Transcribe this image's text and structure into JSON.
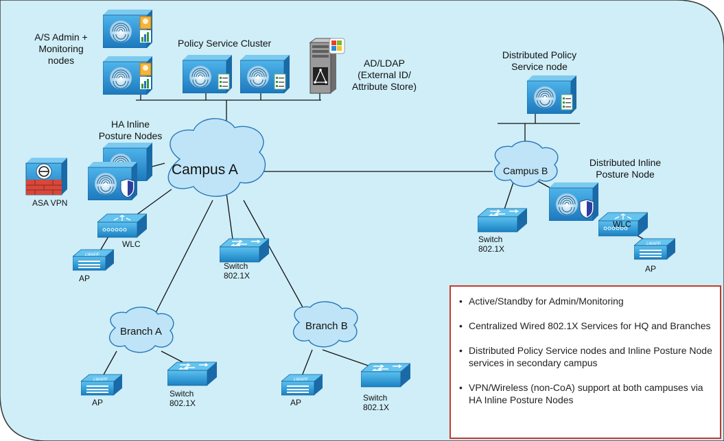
{
  "nodes": {
    "admin_monitoring": "A/S Admin +\nMonitoring\nnodes",
    "policy_cluster": "Policy Service Cluster",
    "ad_ldap": "AD/LDAP\n(External ID/\nAttribute Store)",
    "distributed_policy": "Distributed Policy\nService node",
    "ha_inline": "HA Inline\nPosture Nodes",
    "asa_vpn": "ASA VPN",
    "distributed_inline": "Distributed Inline\nPosture Node",
    "wlc_a": "WLC",
    "wlc_b": "WLC",
    "ap_a": "AP",
    "ap_b": "AP",
    "ap_branch_a": "AP",
    "ap_branch_b": "AP",
    "switch_a": "Switch\n802.1X",
    "switch_b": "Switch\n802.1X",
    "switch_branch_a": "Switch\n802.1X",
    "switch_branch_b": "Switch\n802.1X",
    "lwapp": "LWAPP"
  },
  "clouds": {
    "campus_a": "Campus A",
    "campus_b": "Campus B",
    "branch_a": "Branch A",
    "branch_b": "Branch B"
  },
  "notes": [
    "Active/Standby for Admin/Monitoring",
    "Centralized Wired 802.1X Services for HQ and Branches",
    "Distributed Policy Service nodes and Inline Posture Node services in secondary campus",
    "VPN/Wireless (non-CoA) support at both campuses via HA Inline Posture Nodes"
  ],
  "colors": {
    "canvas": "#cfeef8",
    "cloud": "#bfe4f7",
    "node": "#2e8fcf",
    "note_border": "#c23a2a"
  }
}
